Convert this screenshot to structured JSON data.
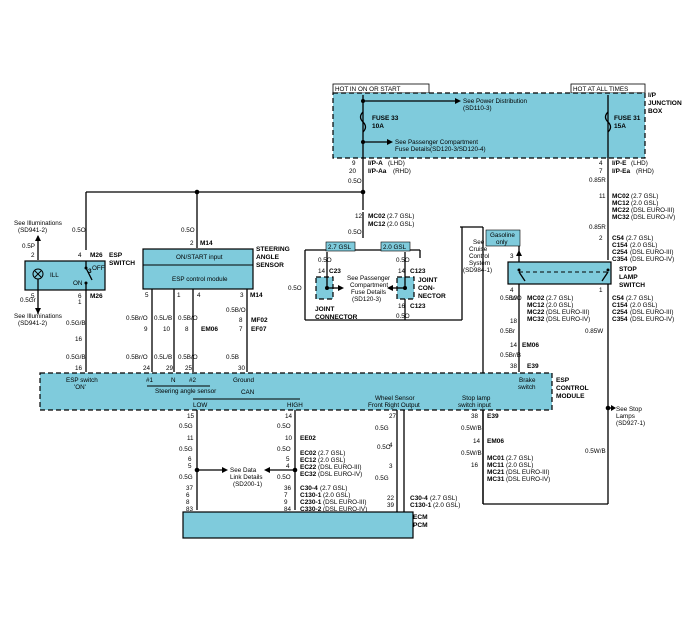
{
  "header": {
    "hot_in_on_or_start": "HOT IN ON OR START",
    "hot_at_all_times": "HOT AT ALL TIMES"
  },
  "junction_box": {
    "label_1": "I/P",
    "label_2": "JUNCTION",
    "label_3": "BOX",
    "see_power_distribution": "See Power Distribution",
    "power_ref": "(SD110-3)",
    "fuse33": "FUSE 33",
    "fuse33_amp": "10A",
    "fuse31": "FUSE 31",
    "fuse31_amp": "15A",
    "see_compartment_1": "See Passenger Compartment",
    "see_compartment_2": "Fuse Details(SD120-3/SD120-4)",
    "pin_9": "9",
    "pin_20": "20",
    "conn_ipa": "I/P-A",
    "conn_ipa_lhd": "(LHD)",
    "conn_ipaa": "I/P-Aa",
    "conn_ipaa_rhd": "(RHD)",
    "pin_4": "4",
    "pin_7": "7",
    "conn_ipe": "I/P-E",
    "conn_ipe_lhd": "(LHD)",
    "conn_ipea": "I/P-Ea",
    "conn_ipea_rhd": "(RHD)"
  },
  "wires": {
    "w05o": "0.5O",
    "w085r": "0.85R",
    "w05p": "0.5P",
    "w05gr": "0.5Gr",
    "w05gb": "0.5G/B",
    "w05bro": "0.5Br/O",
    "w05lb": "0.5L/B",
    "w05bo": "0.5B/O",
    "w05br": "0.5Br",
    "w05brb": "0.5Br/B",
    "w05b": "0.5B",
    "w085w": "0.85W",
    "w05g": "0.5G",
    "w05wb": "0.5W/B"
  },
  "connectors": {
    "mc02_a": "MC02",
    "mc02_a_note": "(2.7 GSL)",
    "mc12_a": "MC12",
    "mc12_a_note": "(2.0 GSL)",
    "pin_12": "12",
    "pin_11": "11",
    "mc02_b": "MC02",
    "mc02_b_note": "(2.7 GSL)",
    "mc12_b": "MC12",
    "mc12_b_note": "(2.0 GSL)",
    "mc22_b": "MC22",
    "mc22_b_note": "(DSL EURO-III)",
    "mc32_b": "MC32",
    "mc32_b_note": "(DSL EURO-IV)",
    "c54": "C54",
    "c54_note": "(2.7 GSL)",
    "c154": "C154",
    "c154_note": "(2.0 GSL)",
    "c254": "C254",
    "c254_note": "(DSL EURO-III)",
    "c354": "C354",
    "c354_note": "(DSL EURO-IV)",
    "m14": "M14",
    "m26": "M26",
    "mf02": "MF02",
    "ef07": "EF07",
    "em06": "EM06",
    "e39": "E39",
    "ee02": "EE02",
    "ec02": "EC02",
    "ec02_note": "(2.7 GSL)",
    "ec12": "EC12",
    "ec12_note": "(2.0 GSL)",
    "ec22": "EC22",
    "ec22_note": "(DSL EURO-III)",
    "ec32": "EC32",
    "ec32_note": "(DSL EURO-IV)",
    "c30_4": "C30-4",
    "c30_4_note": "(2.7 GSL)",
    "c130_1": "C130-1",
    "c130_1_note": "(2.0 GSL)",
    "c230_1": "C230-1",
    "c230_1_note": "(DSL EURO-III)",
    "c330_2": "C330-2",
    "c330_2_note": "(DSL EURO-IV)",
    "c30_4b": "C30-4",
    "c30_4b_note": "(2.7 GSL)",
    "c130_1b": "C130-1",
    "c130_1b_note": "(2.0 GSL)",
    "mc02_c": "MC02",
    "mc02_c_note": "(2.7 GSL)",
    "mc12_c": "MC12",
    "mc12_c_note": "(2.0 GSL)",
    "mc22_c": "MC22",
    "mc22_c_note": "(DSL EURO-III)",
    "mc32_c": "MC32",
    "mc32_c_note": "(DSL EURO-IV)",
    "mc01": "MC01",
    "mc01_note": "(2.7 GSL)",
    "mc11": "MC11",
    "mc11_note": "(2.0 GSL)",
    "mc21": "MC21",
    "mc21_note": "(DSL EURO-III)",
    "mc31": "MC31",
    "mc31_note": "(DSL EURO-IV)",
    "c54b": "C54",
    "c54b_note": "(2.7 GSL)",
    "c154b": "C154",
    "c154b_note": "(2.0 GSL)",
    "c254b": "C254",
    "c254b_note": "(DSL EURO-III)",
    "c354b": "C354",
    "c354b_note": "(DSL EURO-IV)"
  },
  "esp_switch": {
    "see_illum_top": "See Illuminations",
    "see_illum_top_ref": "(SD941-2)",
    "see_illum_bot": "See Illuminations",
    "see_illum_bot_ref": "(SD941-2)",
    "label_1": "ESP",
    "label_2": "SWITCH",
    "ill": "ILL",
    "off": "OFF",
    "on": "ON",
    "pin_2": "2",
    "pin_4": "4",
    "pin_5": "5",
    "pin_6": "6",
    "pin_3": "3",
    "pin_1": "1",
    "pin_16": "16"
  },
  "steering_sensor": {
    "label_1": "STEERING",
    "label_2": "ANGLE",
    "label_3": "SENSOR",
    "on_start_input": "ON/START input",
    "control_module": "ESP control module",
    "pin_2": "2",
    "pin_5": "5",
    "pin_1": "1",
    "pin_4": "4",
    "pin_3": "3",
    "pin_9": "9",
    "pin_10": "10",
    "pin_8": "8",
    "pin_7": "7",
    "pin_24": "24",
    "pin_29": "29",
    "pin_25": "25",
    "pin_30": "30"
  },
  "joint_connector": {
    "tag_27": "2.7 GSL",
    "tag_20": "2.0 GSL",
    "c23": "C23",
    "c123": "C123",
    "c123b": "C123",
    "pin_14": "14",
    "pin_14b": "14",
    "pin_16": "16",
    "see_1": "See Passenger",
    "see_2": "Compartment",
    "see_3": "Fuse Details",
    "see_4": "(SD120-3)",
    "label_1": "JOINT",
    "label_2": "CONNECTOR",
    "label_3": "JOINT",
    "label_4": "CON-",
    "label_5": "NECTOR"
  },
  "stop_switch": {
    "gasoline_only_1": "Gasoline",
    "gasoline_only_2": "only",
    "see_cruise_1": "See",
    "see_cruise_2": "Cruise",
    "see_cruise_3": "Control",
    "see_cruise_4": "System",
    "see_cruise_5": "(SD984-1)",
    "label_1": "STOP",
    "label_2": "LAMP",
    "label_3": "SWITCH",
    "pin_3": "3",
    "pin_2": "2",
    "pin_4": "4",
    "pin_1": "1",
    "pin_19": "19",
    "pin_18": "18",
    "pin_14": "14",
    "pin_38": "38",
    "see_stop_1": "See Stop",
    "see_stop_2": "Lamps",
    "see_stop_3": "(SD927-1)"
  },
  "esp_module": {
    "label_1": "ESP",
    "label_2": "CONTROL",
    "label_3": "MODULE",
    "esp_switch_on_1": "ESP switch",
    "esp_switch_on_2": "'ON'",
    "steering_angle": "Steering angle sensor",
    "pin1": "#1",
    "pinN": "N",
    "pin2": "#2",
    "ground": "Ground",
    "can": "CAN",
    "low": "LOW",
    "high": "HIGH",
    "wheel_sensor_1": "Wheel Sensor",
    "wheel_sensor_2": "Front Right Output",
    "stop_lamp_1": "Stop lamp",
    "stop_lamp_2": "switch input",
    "brake_1": "Brake",
    "brake_2": "switch"
  },
  "can_bus": {
    "pin_15": "15",
    "pin_14": "14",
    "pin_11": "11",
    "pin_10": "10",
    "pin_6": "6",
    "pin_5": "5",
    "pin_5b": "5",
    "pin_4": "4",
    "pin_37": "37",
    "pin_36": "36",
    "pin_6b": "6",
    "pin_7": "7",
    "pin_8": "8",
    "pin_9": "9",
    "pin_83": "83",
    "pin_84": "84",
    "pin_27": "27",
    "pin_4b": "4",
    "pin_3": "3",
    "pin_16": "16",
    "pin_22": "22",
    "pin_39": "39",
    "see_data_1": "See Data",
    "see_data_2": "Link Details",
    "see_data_3": "(SD200-1)",
    "ecm_1": "ECM",
    "ecm_2": "PCM"
  }
}
